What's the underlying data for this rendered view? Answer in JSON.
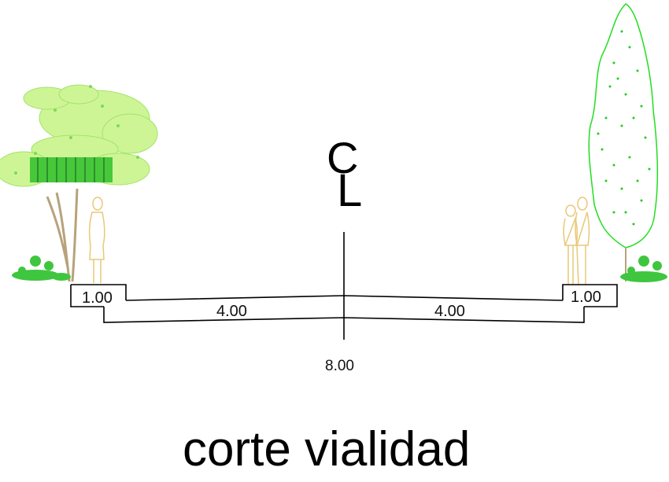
{
  "centerline": {
    "c_glyph": "C",
    "l_glyph": "L"
  },
  "dimensions": {
    "left_sidewalk": "1.00",
    "left_lane": "4.00",
    "right_lane": "4.00",
    "right_sidewalk": "1.00",
    "total_width": "8.00"
  },
  "title": "corte vialidad",
  "colors": {
    "line": "#000000",
    "foliage_light": "#b6f07a",
    "foliage_dark": "#3fc63f",
    "cypress_outline": "#22dd22",
    "trunk": "#b7a27a",
    "figure": "#e8c878"
  }
}
